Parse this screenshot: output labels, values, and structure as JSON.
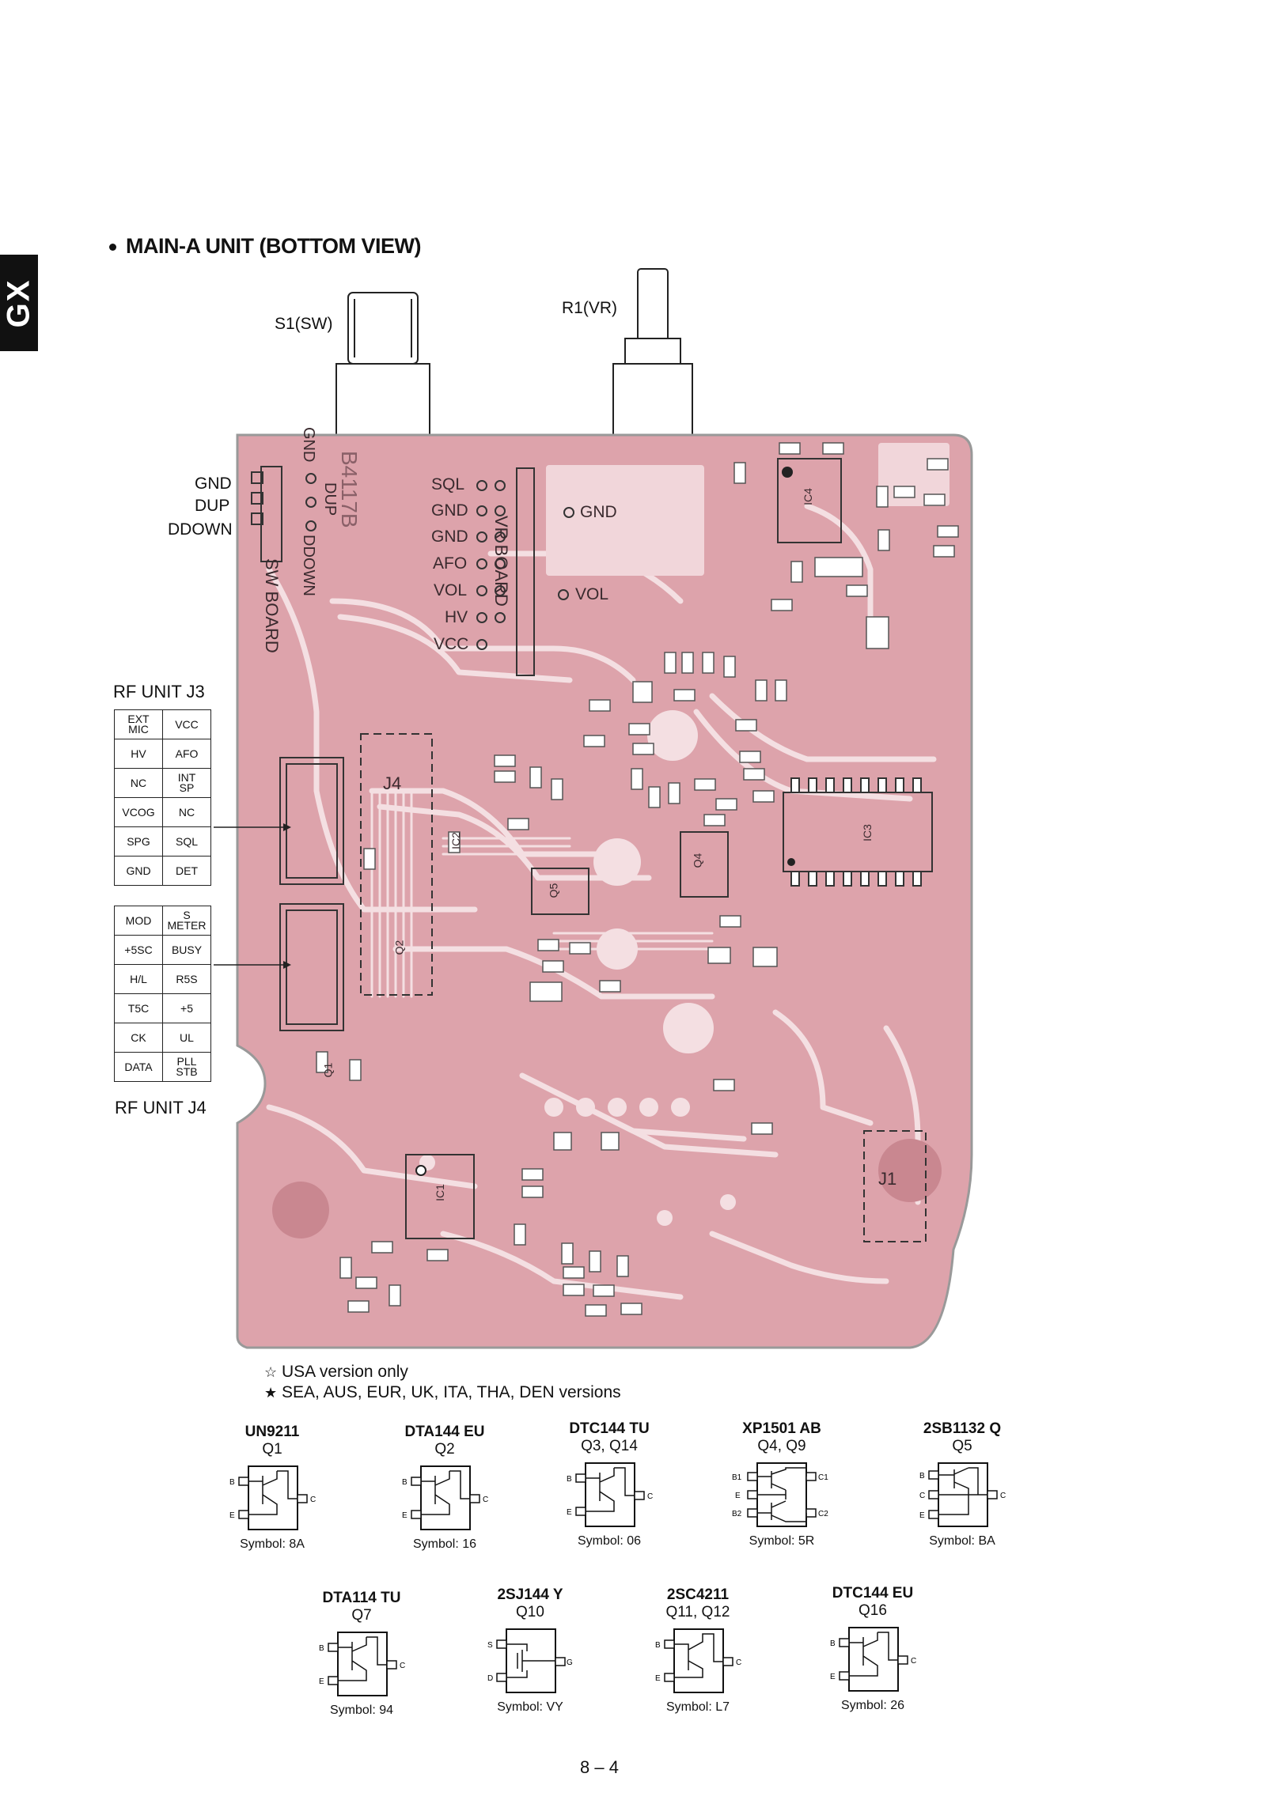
{
  "side_tab": "GX",
  "section_title": "MAIN-A UNIT (BOTTOM VIEW)",
  "switch_labels": {
    "s1": "S1(SW)",
    "r1": "R1(VR)"
  },
  "left_pad_labels": [
    "GND",
    "DUP",
    "DDOWN"
  ],
  "board_labels": {
    "board_code": "B4117B",
    "sw_board": "SW BOARD",
    "sw_pins": [
      "GND",
      "DUP",
      "DDOWN"
    ],
    "vr_board": "VR BOARD",
    "vr_pins": [
      "SQL",
      "GND",
      "GND",
      "AFO",
      "VOL",
      "HV",
      "VCC"
    ],
    "gnd_pad": "GND",
    "vol_pad": "VOL",
    "j4": "J4",
    "j1": "J1",
    "ic_ids": [
      "IC4",
      "IC1",
      "IC3",
      "IC2",
      "Q4",
      "Q5",
      "Q2",
      "Q1"
    ]
  },
  "rf_j3": {
    "label": "RF UNIT J3",
    "rows": [
      [
        "EXT\nMIC",
        "VCC"
      ],
      [
        "HV",
        "AFO"
      ],
      [
        "NC",
        "INT\nSP"
      ],
      [
        "VCOG",
        "NC"
      ],
      [
        "SPG",
        "SQL"
      ],
      [
        "GND",
        "DET"
      ]
    ]
  },
  "rf_j4": {
    "label": "RF UNIT J4",
    "rows": [
      [
        "MOD",
        "S\nMETER"
      ],
      [
        "+5SC",
        "BUSY"
      ],
      [
        "H/L",
        "R5S"
      ],
      [
        "T5C",
        "+5"
      ],
      [
        "CK",
        "UL"
      ],
      [
        "DATA",
        "PLL\nSTB"
      ]
    ]
  },
  "notes": [
    {
      "mark": "☆",
      "text": "USA version only"
    },
    {
      "mark": "★",
      "text": "SEA, AUS, EUR, UK, ITA, THA, DEN versions"
    }
  ],
  "transistors": [
    {
      "part": "UN9211",
      "ref": "Q1",
      "symbol": "Symbol: 8A",
      "pins": [
        "B",
        "E",
        "C"
      ]
    },
    {
      "part": "DTA144 EU",
      "ref": "Q2",
      "symbol": "Symbol: 16",
      "pins": [
        "B",
        "E",
        "C"
      ]
    },
    {
      "part": "DTC144 TU",
      "ref": "Q3, Q14",
      "symbol": "Symbol: 06",
      "pins": [
        "B",
        "E",
        "C"
      ]
    },
    {
      "part": "XP1501 AB",
      "ref": "Q4, Q9",
      "symbol": "Symbol: 5R",
      "pins": [
        "B1",
        "E",
        "B2",
        "C1",
        "C2"
      ]
    },
    {
      "part": "2SB1132 Q",
      "ref": "Q5",
      "symbol": "Symbol: BA",
      "pins": [
        "B",
        "C",
        "E",
        "C"
      ]
    },
    {
      "part": "DTA114 TU",
      "ref": "Q7",
      "symbol": "Symbol: 94",
      "pins": [
        "B",
        "E",
        "C"
      ]
    },
    {
      "part": "2SJ144 Y",
      "ref": "Q10",
      "symbol": "Symbol: VY",
      "pins": [
        "S",
        "D",
        "G"
      ]
    },
    {
      "part": "2SC4211",
      "ref": "Q11, Q12",
      "symbol": "Symbol: L7",
      "pins": [
        "B",
        "E",
        "C"
      ]
    },
    {
      "part": "DTC144 EU",
      "ref": "Q16",
      "symbol": "Symbol: 26",
      "pins": [
        "B",
        "E",
        "C"
      ]
    }
  ],
  "page_number": "8 – 4",
  "colors": {
    "pcb_fill": "#dda3ab",
    "pcb_trace": "#f4dfe2",
    "pcb_dark": "#c98790",
    "ink": "#111111"
  }
}
